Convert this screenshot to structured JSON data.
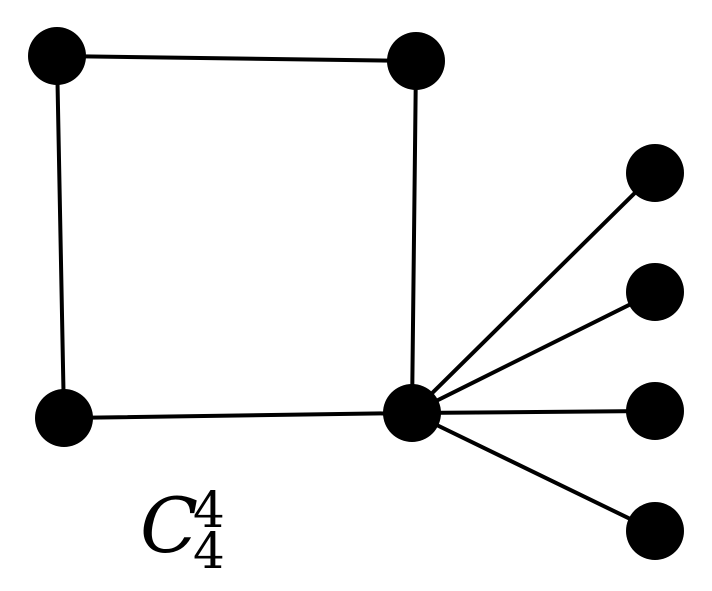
{
  "graph": {
    "label": {
      "base": "C",
      "superscript": "4",
      "subscript": "4"
    },
    "vertices": [
      "v1",
      "v2",
      "v3",
      "v4",
      "v5",
      "v6",
      "v7",
      "v8"
    ],
    "edges": [
      [
        "v1",
        "v2"
      ],
      [
        "v1",
        "v3"
      ],
      [
        "v2",
        "v4"
      ],
      [
        "v3",
        "v4"
      ],
      [
        "v4",
        "v5"
      ],
      [
        "v4",
        "v6"
      ],
      [
        "v4",
        "v7"
      ],
      [
        "v4",
        "v8"
      ]
    ],
    "colors": {
      "vertex": "#000000",
      "edge": "#000000",
      "background": "#ffffff"
    }
  }
}
